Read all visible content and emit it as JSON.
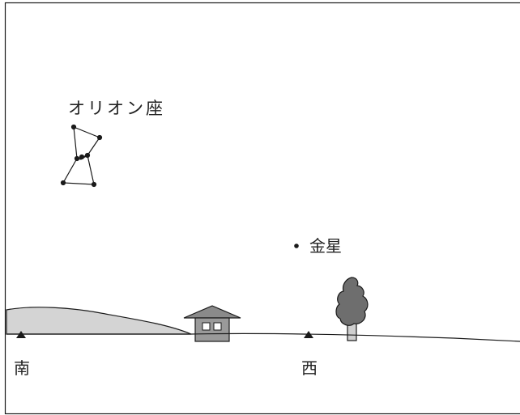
{
  "labels": {
    "constellation": "オリオン座",
    "planet": "金星",
    "south": "南",
    "west": "西"
  },
  "colors": {
    "line": "#1a1a1a",
    "hill_fill": "#d4d4d4",
    "house_body": "#9a9a9a",
    "house_roof": "#8a8a8a",
    "tree_foliage": "#6e6e6e",
    "trunk": "#cfcfcf"
  },
  "icons": {
    "direction_marker": "triangle-up",
    "house": "house-icon",
    "tree": "tree-icon"
  }
}
